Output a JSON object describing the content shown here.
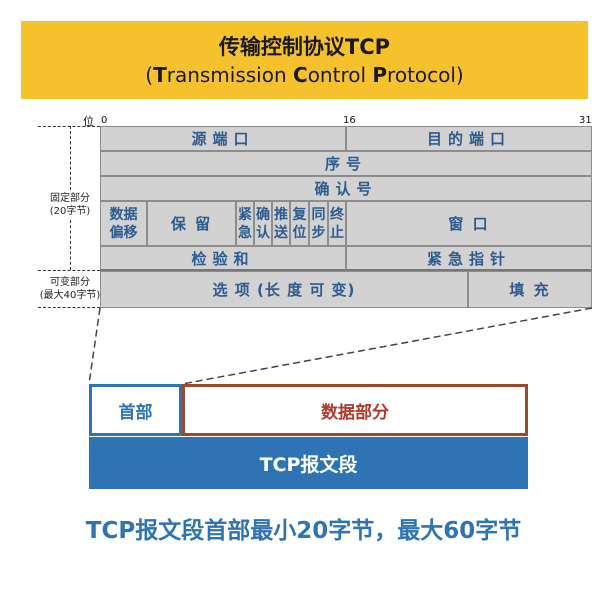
{
  "title": {
    "line1": "传输控制协议TCP",
    "line2_open": "(",
    "line2_T": "T",
    "line2_ransmission": "ransmission ",
    "line2_C": "C",
    "line2_ontrol": "ontrol ",
    "line2_P": "P",
    "line2_rotocol": "rotocol)"
  },
  "bits": {
    "wei": "位",
    "start": "0",
    "mid": "16",
    "end": "31"
  },
  "header_fields": {
    "src_port": "源端口",
    "dst_port": "目的端口",
    "seq": "序号",
    "ack": "确认号",
    "data_offset": "数据偏移",
    "reserved": "保 留",
    "urg": "紧急",
    "ackf": "确认",
    "psh": "推送",
    "rst": "复位",
    "syn": "同步",
    "fin": "终止",
    "window": "窗 口",
    "checksum": "检验和",
    "urgent_ptr": "紧急指针",
    "options": "选 项 (长 度 可 变)",
    "padding": "填 充"
  },
  "side_labels": {
    "fixed": "固定部分",
    "fixed_size": "(20字节)",
    "variable": "可变部分",
    "variable_size": "(最大40字节)"
  },
  "segment": {
    "header": "首部",
    "data": "数据部分",
    "bar": "TCP报文段"
  },
  "caption": "TCP报文段首部最小20字节，最大60字节",
  "colors": {
    "banner": "#f5c22e",
    "field_text": "#2e5b8f",
    "blue": "#2e74b5",
    "data_border": "#9c4a2a",
    "data_text": "#b03a2e"
  }
}
